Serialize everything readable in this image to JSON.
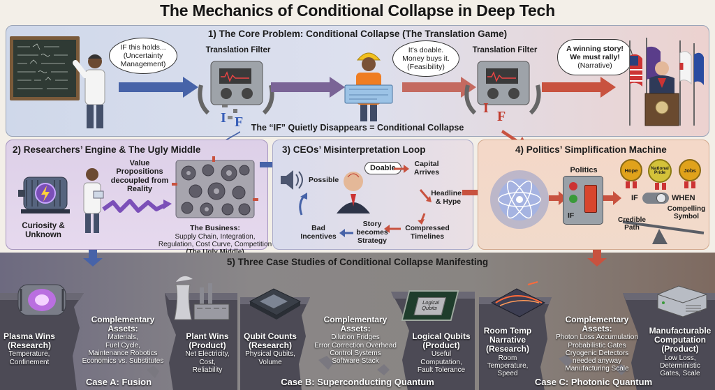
{
  "title": "The Mechanics of Conditional Collapse in Deep Tech",
  "section1": {
    "title": "1) The Core Problem: Conditional Collapse (The Translation Game)",
    "researcher_bubble": [
      "IF this holds...",
      "(Uncertainty",
      "Management)"
    ],
    "filter1_label": "Translation Filter",
    "engineer_bubble": [
      "It's doable.",
      "Money buys it.",
      "(Feasibility)"
    ],
    "filter2_label": "Translation Filter",
    "politician_bubble": [
      "A winning story!",
      "We must rally!",
      "(Narrative)"
    ],
    "falling_letters": [
      "I",
      "F"
    ],
    "footer": "The “IF” Quietly Disappears = Conditional Collapse"
  },
  "section2": {
    "title": "2) Researchers’ Engine & The Ugly Middle",
    "curiosity": [
      "Curiosity &",
      "Unknown"
    ],
    "value_props": [
      "Value",
      "Propositions",
      "decoupled from",
      "Reality"
    ],
    "business_title": "The Business:",
    "business_lines": [
      "Supply Chain, Integration,",
      "Regulation, Cost Curve, Competition"
    ],
    "ugly_middle": "(The Ugly Middle)"
  },
  "section3": {
    "title": "3) CEOs’ Misinterpretation Loop",
    "possible": "Possible",
    "doable": "Doable",
    "capital": [
      "Capital",
      "Arrives"
    ],
    "headlines": [
      "Headlines",
      "& Hype"
    ],
    "compressed": [
      "Compressed",
      "Timelines"
    ],
    "story": [
      "Story",
      "becomes",
      "Strategy"
    ],
    "bad": [
      "Bad",
      "Incentives"
    ]
  },
  "section4": {
    "title": "4) Politics’ Simplification Machine",
    "politics": "Politics",
    "switch_if": "IF",
    "if_label": "IF",
    "when_label": "WHEN",
    "medals": [
      {
        "label": "Hope",
        "color": "#e0a21b"
      },
      {
        "label": "National Pride",
        "color": "#d4c23a"
      },
      {
        "label": "Jobs",
        "color": "#e0a21b"
      }
    ],
    "credible": [
      "Credible",
      "Path"
    ],
    "compelling": [
      "Compelling",
      "Symbol"
    ]
  },
  "section5": {
    "title": "5) Three Case Studies of Conditional Collapse Manifesting",
    "cases": [
      {
        "name": "Case A: Fusion",
        "left_title": [
          "Plasma Wins",
          "(Research)"
        ],
        "left_sub": [
          "Temperature,",
          "Confinement"
        ],
        "mid_title": [
          "Complementary",
          "Assets:"
        ],
        "mid_sub": [
          "Materials,",
          "Fuel Cycle,",
          "Maintenance Robotics",
          "Economics vs. Substitutes"
        ],
        "right_title": [
          "Plant Wins",
          "(Product)"
        ],
        "right_sub": [
          "Net Electricity,",
          "Cost,",
          "Reliability"
        ]
      },
      {
        "name": "Case B: Superconducting Quantum",
        "left_title": [
          "Qubit Counts",
          "(Research)"
        ],
        "left_sub": [
          "Physical Qubits,",
          "Volume"
        ],
        "mid_title": [
          "Complementary",
          "Assets:"
        ],
        "mid_sub": [
          "Dilution Fridges",
          "Error Correction Overhead",
          "Control Systems",
          "Software Stack"
        ],
        "right_title": [
          "Logical Qubits",
          "(Product)"
        ],
        "right_sub": [
          "Useful",
          "Computation,",
          "Fault Tolerance"
        ],
        "chip_label": [
          "Logical",
          "Qubits"
        ]
      },
      {
        "name": "Case C: Photonic Quantum",
        "left_title": [
          "Room Temp",
          "Narrative",
          "(Research)"
        ],
        "left_sub": [
          "Room",
          "Temperature,",
          "Speed"
        ],
        "mid_title": [
          "Complementary",
          "Assets:"
        ],
        "mid_sub": [
          "Photon Loss Accumulation",
          "Probabilistic Gates",
          "Cryogenic Detectors",
          "needed anyway",
          "Manufacturing Scale"
        ],
        "right_title": [
          "Manufacturable",
          "Computation",
          "(Product)"
        ],
        "right_sub": [
          "Low Loss,",
          "Deterministic",
          "Gates, Scale"
        ]
      }
    ]
  },
  "colors": {
    "arrow_blue": "#4763a8",
    "arrow_red": "#c8523f",
    "fusion_glow": "#c66cf0"
  }
}
